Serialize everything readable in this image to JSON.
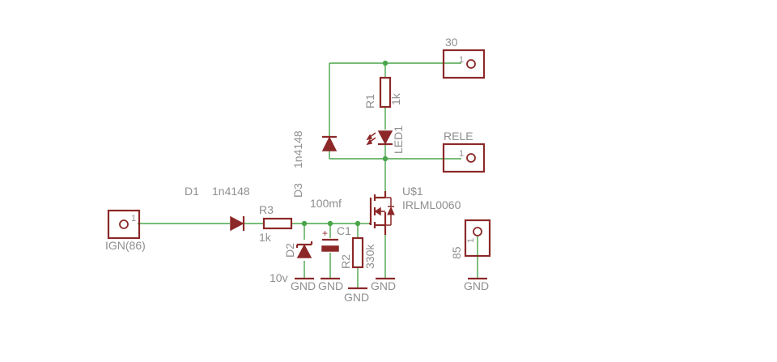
{
  "schematic": {
    "connectors": {
      "ign": {
        "name": "IGN(86)",
        "pin": "1"
      },
      "c30": {
        "name": "30",
        "pin": "1"
      },
      "rele": {
        "name": "RELE",
        "pin": "1"
      },
      "c85": {
        "name": "85",
        "pin": "1"
      }
    },
    "parts": {
      "d1": {
        "name": "D1",
        "value": "1n4148"
      },
      "r3": {
        "name": "R3",
        "value": "1k"
      },
      "d2": {
        "name": "D2",
        "value": "10v"
      },
      "d3": {
        "name": "D3",
        "value": "1n4148"
      },
      "c1": {
        "name": "C1",
        "value": "100mf"
      },
      "r2": {
        "name": "R2",
        "value": "330k"
      },
      "r1": {
        "name": "R1",
        "value": "1k"
      },
      "led1": {
        "name": "LED1"
      },
      "u1": {
        "name": "U$1",
        "value": "IRLML0060"
      }
    },
    "gnd_label": "GND",
    "colors": {
      "wire": "#4aa54a",
      "part": "#8c2828",
      "label": "#8f8f8f"
    }
  }
}
